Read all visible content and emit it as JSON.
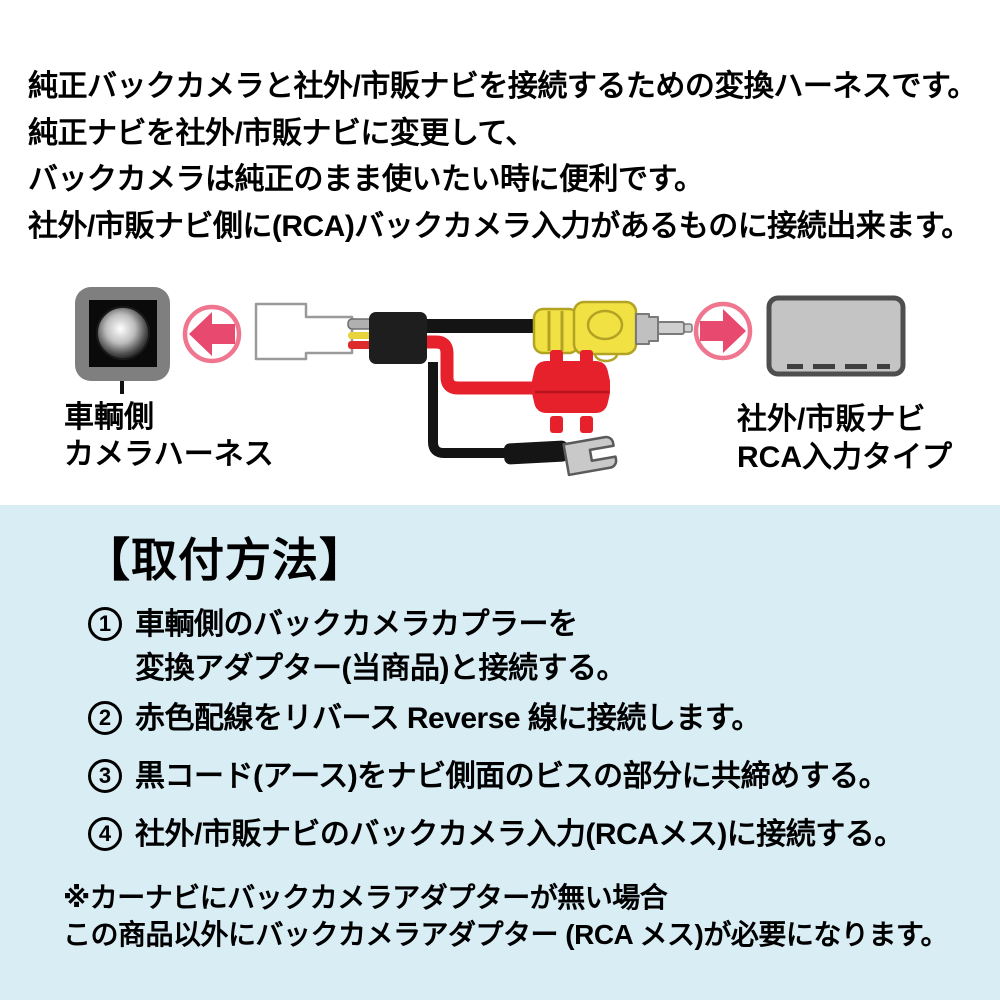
{
  "intro": {
    "lines": [
      "純正バックカメラと社外/市販ナビを接続するための変換ハーネスです。",
      "純正ナビを社外/市販ナビに変更して、",
      "バックカメラは純正のまま使いたい時に便利です。",
      "社外/市販ナビ側に(RCA)バックカメラ入力があるものに接続出来ます。"
    ]
  },
  "diagram": {
    "camera_label": {
      "line1": "車輌側",
      "line2": "カメラハーネス"
    },
    "nav_label": {
      "line1": "社外/市販ナビ",
      "line2": "RCA入力タイプ"
    },
    "icons": [
      "camera-icon",
      "arrow-left-icon",
      "harness-connector",
      "black-sleeve",
      "rca-plug-yellow",
      "red-wire",
      "wire-tap-connector",
      "ground-wire",
      "fork-terminal",
      "arrow-right-icon",
      "nav-unit-icon"
    ]
  },
  "instructions": {
    "heading": "【取付方法】",
    "steps": [
      {
        "number": "1",
        "lines": [
          "車輌側のバックカメラカプラーを",
          "変換アダプター(当商品)と接続する。"
        ]
      },
      {
        "number": "2",
        "lines": [
          "赤色配線をリバース Reverse 線に接続します。"
        ]
      },
      {
        "number": "3",
        "lines": [
          "黒コード(アース)をナビ側面のビスの部分に共締めする。"
        ]
      },
      {
        "number": "4",
        "lines": [
          "社外/市販ナビのバックカメラ入力(RCAメス)に接続する。"
        ]
      }
    ],
    "note": {
      "line1": "※カーナビにバックカメラアダプターが無い場合",
      "line2": "この商品以外にバックカメラアダプター (RCA メス)が必要になります。"
    }
  },
  "colors": {
    "panel_bg": "#d9edf5",
    "accent_pink": "#e84a6f",
    "accent_pink_ring": "#f0758f",
    "wire_red": "#e6212b",
    "wire_black": "#141414",
    "plug_yellow": "#f2e143",
    "plug_yellow_stroke": "#b3a325",
    "camera_gray": "#7f7f7f",
    "nav_gray": "#c4c4c4",
    "metal_gray": "#c9c9c9"
  }
}
